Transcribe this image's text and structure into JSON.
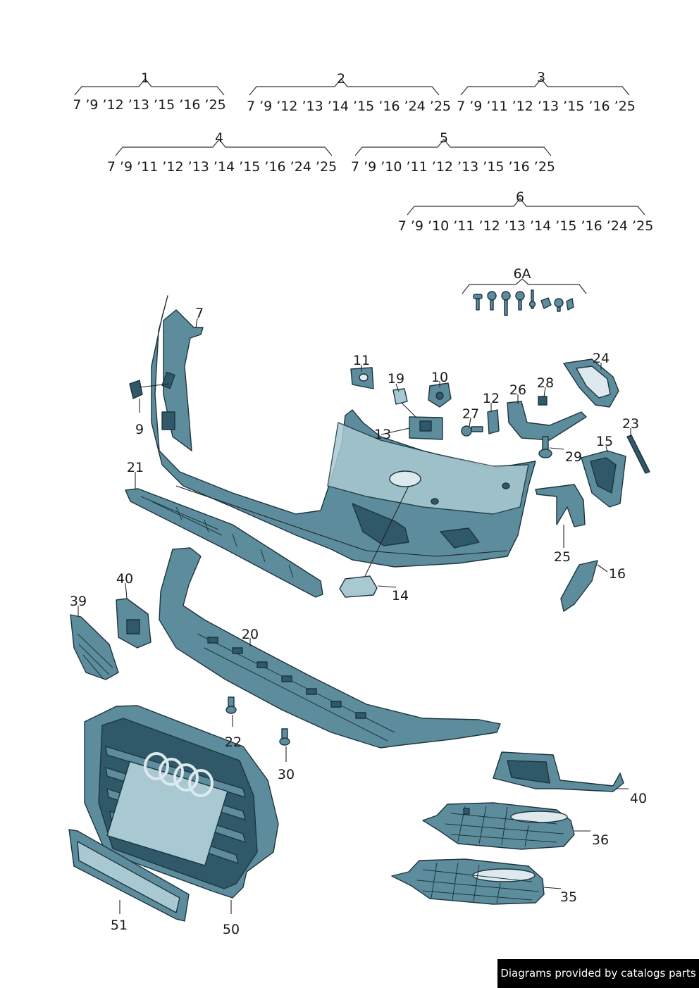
{
  "groups": [
    {
      "number": "1",
      "years": "7 ’9 ’12 ’13 ’15 ’16 ’25"
    },
    {
      "number": "2",
      "years": "7 ’9 ’12 ’13 ’14 ’15 ’16 ’24  ’25"
    },
    {
      "number": "3",
      "years": "7 ’9 ’11 ’12 ’13 ’15 ’16 ’25"
    },
    {
      "number": "4",
      "years": "7 ’9 ’11 ’12 ’13 ’14 ’15 ’16 ’24  ’25"
    },
    {
      "number": "5",
      "years": "7 ’9 ’10 ’11 ’12 ’13 ’15 ’16 ’25"
    },
    {
      "number": "6",
      "years": "7 ’9 ’10 ’11 ’12 ’13 ’14 ’15 ’16 ’24  ’25"
    }
  ],
  "callouts": {
    "c6a": "6A",
    "c7": "7",
    "c9": "9",
    "c10": "10",
    "c11": "11",
    "c12": "12",
    "c13": "13",
    "c14": "14",
    "c15": "15",
    "c16": "16",
    "c19": "19",
    "c20": "20",
    "c21": "21",
    "c22": "22",
    "c23": "23",
    "c24": "24",
    "c25": "25",
    "c26": "26",
    "c27": "27",
    "c28": "28",
    "c29": "29",
    "c30": "30",
    "c35": "35",
    "c36": "36",
    "c39": "39",
    "c40a": "40",
    "c40b": "40",
    "c50": "50",
    "c51": "51"
  },
  "footer": "Diagrams provided by catalogs parts",
  "colors": {
    "part_dark": "#2f5868",
    "part_mid": "#5d8d9c",
    "part_light": "#a9c9d2",
    "footer_bg": "#000000"
  }
}
